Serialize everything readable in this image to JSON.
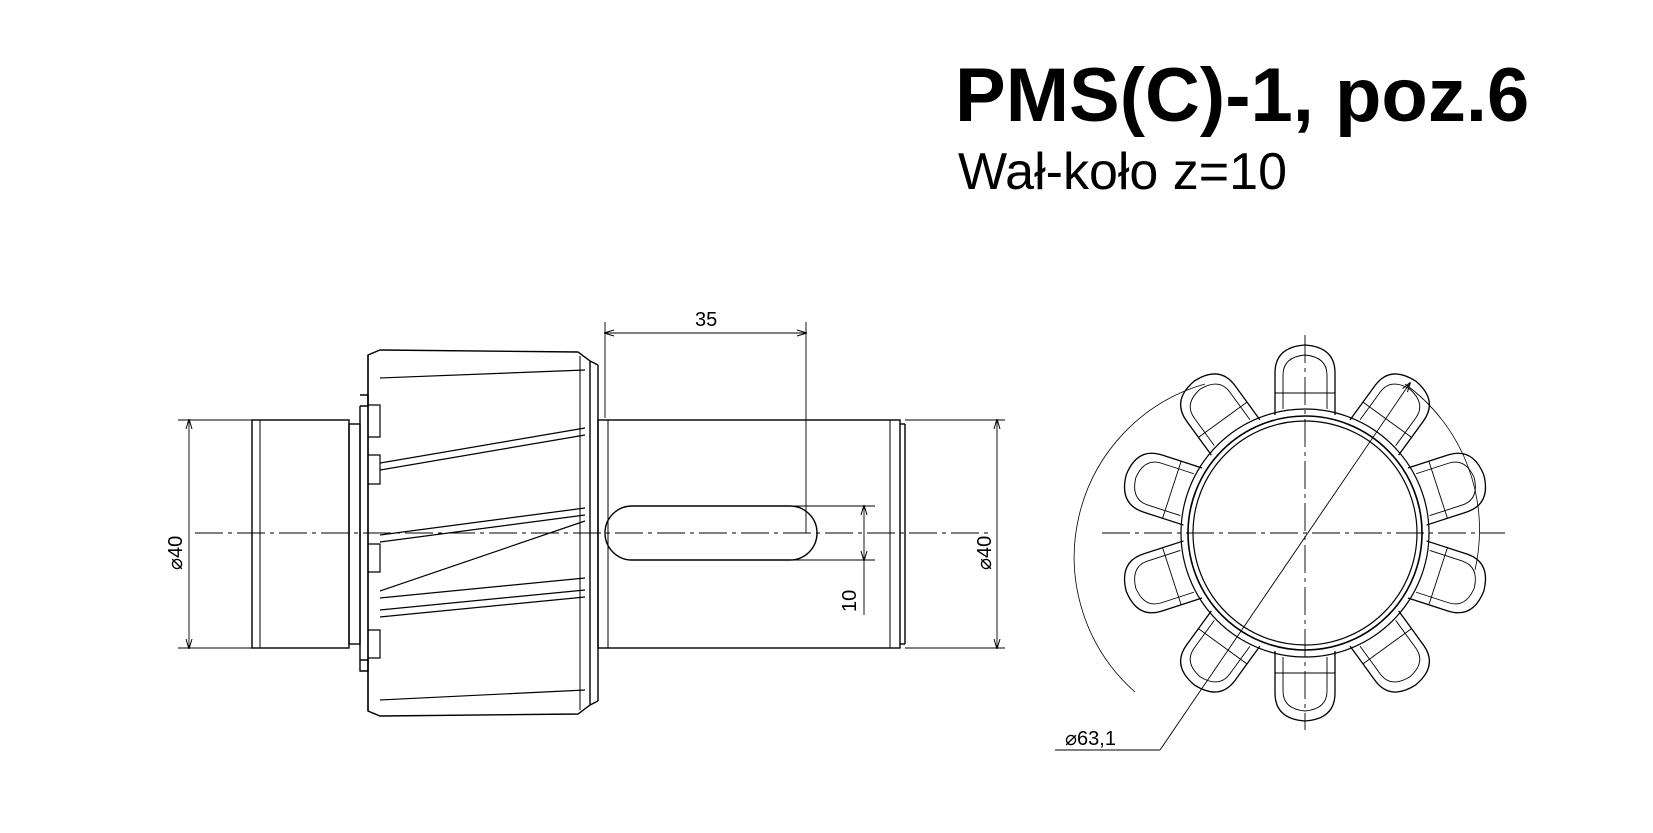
{
  "title": "PMS(C)-1, poz.6",
  "subtitle": "Wał-koło z=10",
  "dimensions": {
    "slot_length": "35",
    "slot_width": "10",
    "left_diameter": "⌀40",
    "right_diameter": "⌀40",
    "gear_diameter": "⌀63,1"
  },
  "gear": {
    "teeth": 10
  },
  "colors": {
    "line": "#000000",
    "background": "#ffffff"
  }
}
